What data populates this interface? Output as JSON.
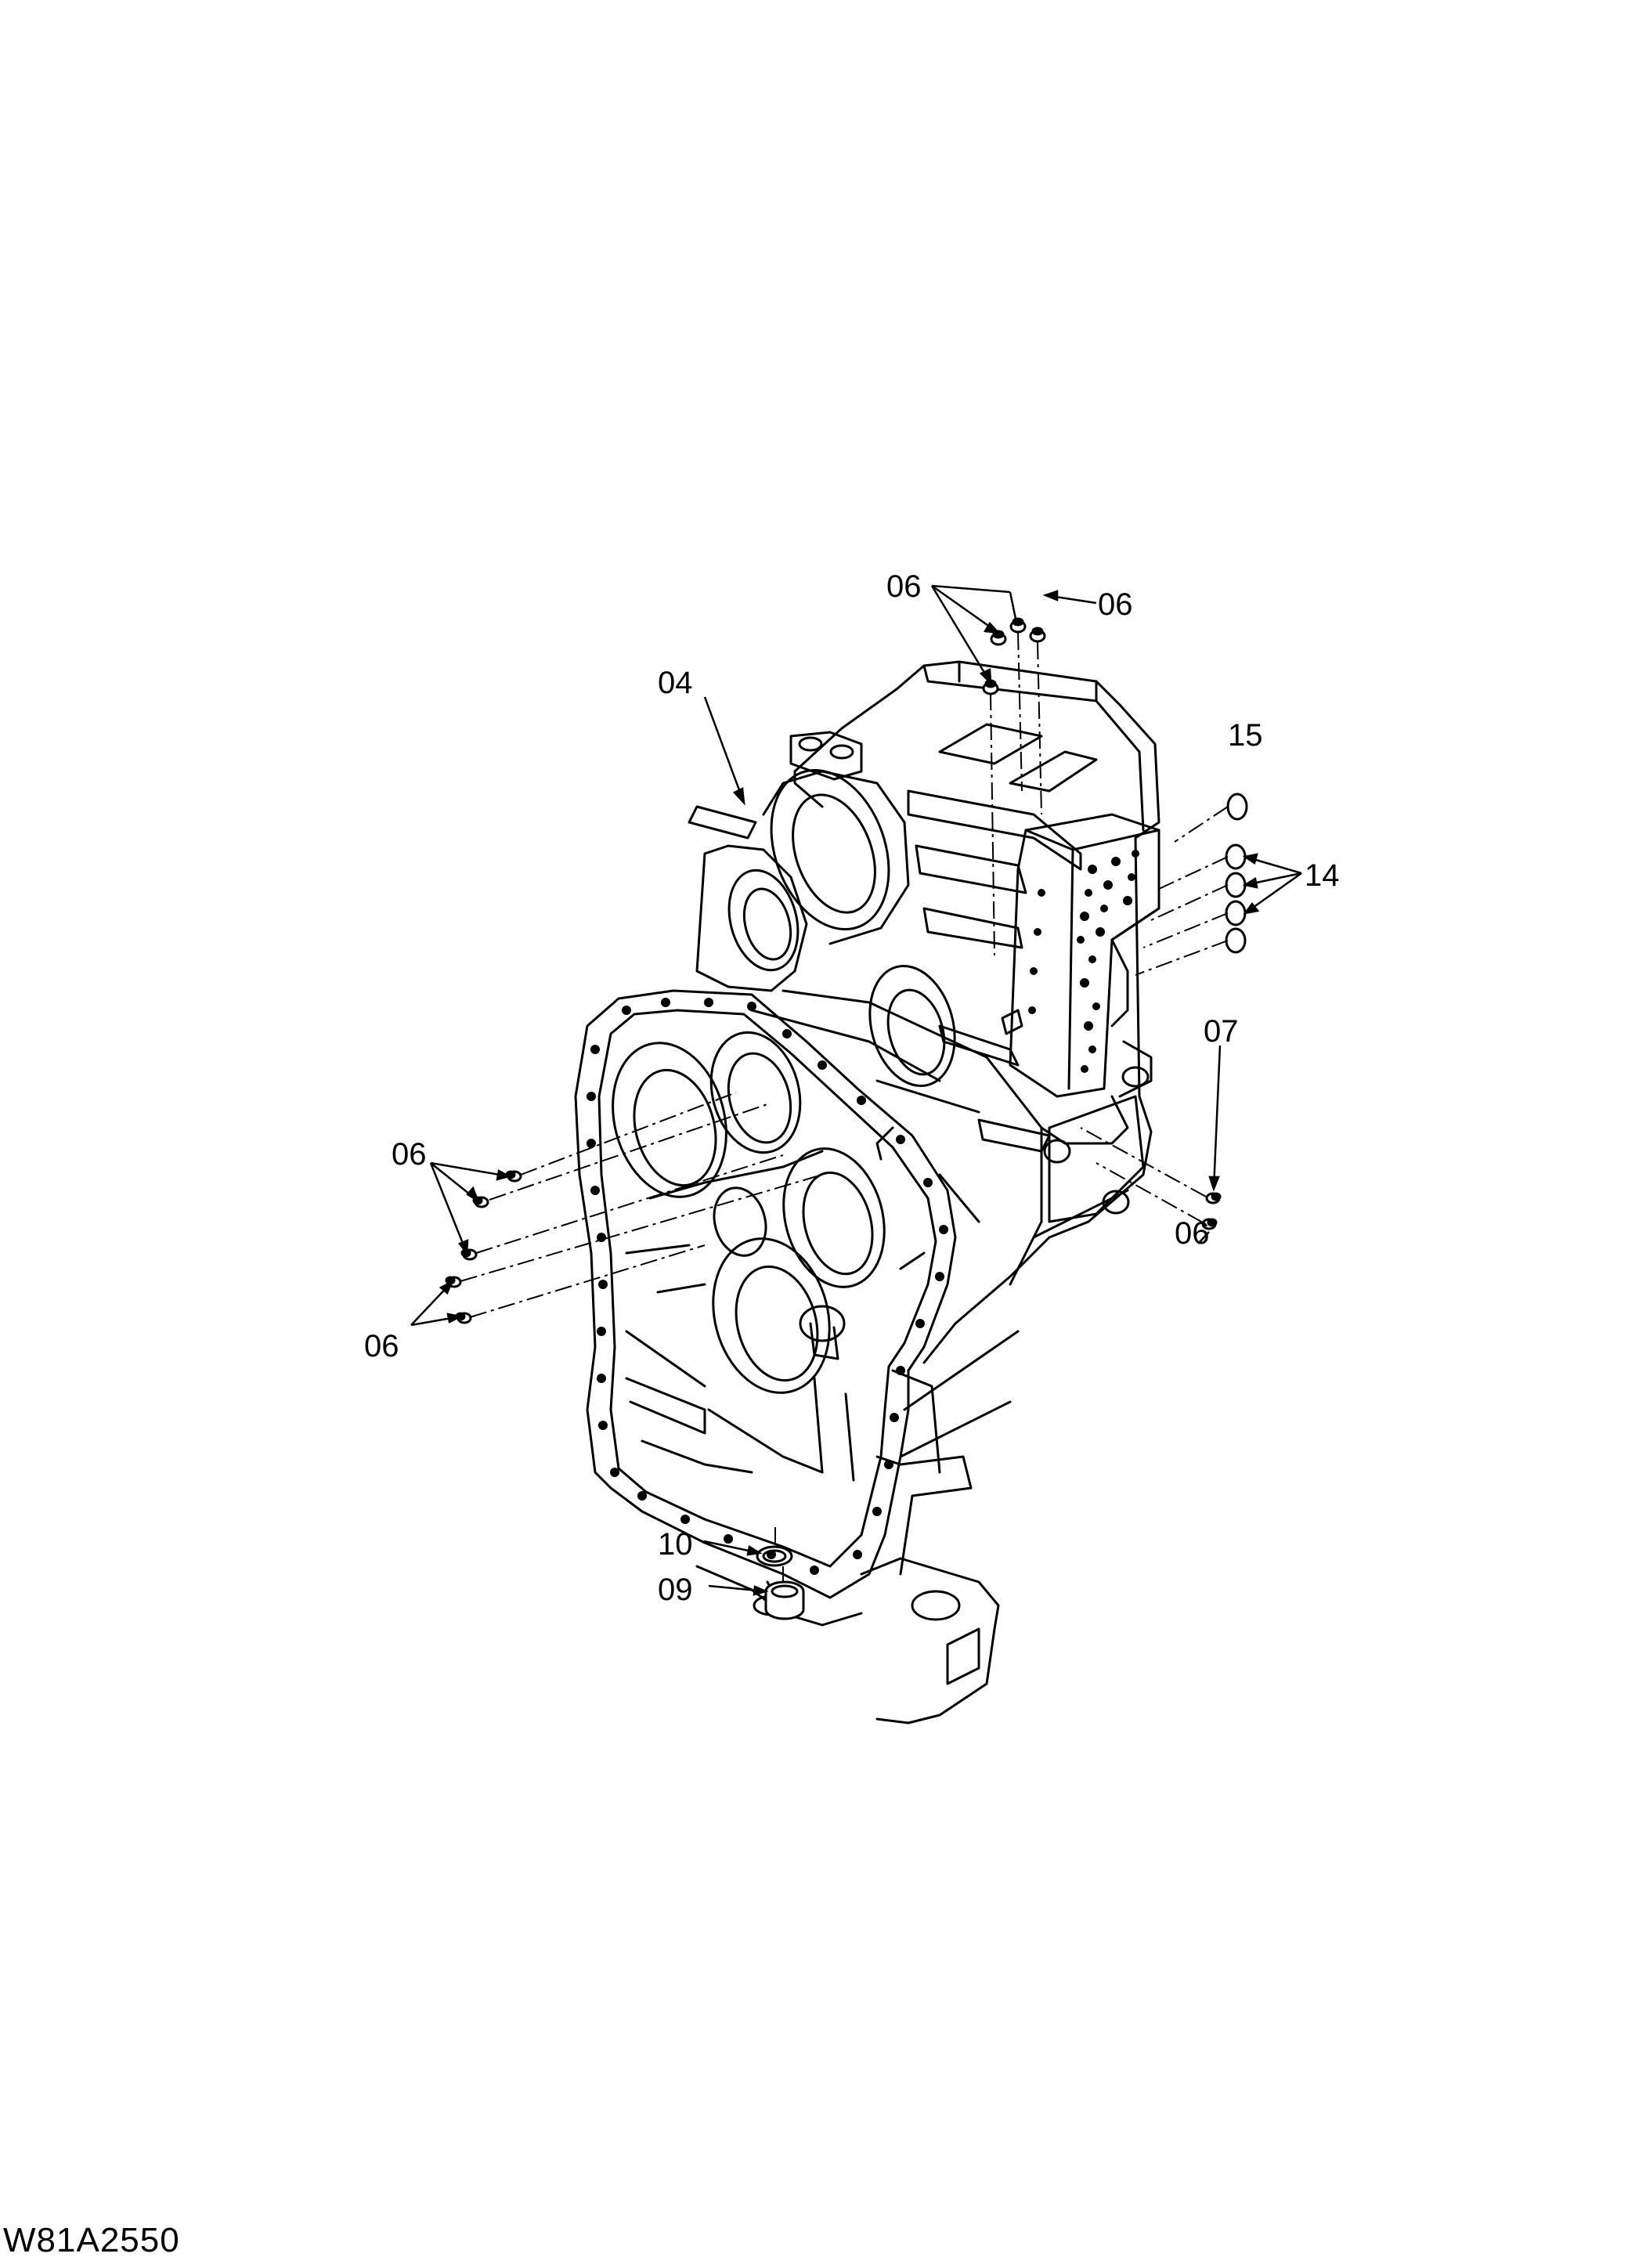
{
  "drawing_id": "W81A2550",
  "callouts": [
    {
      "id": "c-06-top-left",
      "text": "06"
    },
    {
      "id": "c-06-top-right",
      "text": "06"
    },
    {
      "id": "c-04",
      "text": "04"
    },
    {
      "id": "c-15",
      "text": "15"
    },
    {
      "id": "c-14",
      "text": "14"
    },
    {
      "id": "c-07",
      "text": "07"
    },
    {
      "id": "c-06-right",
      "text": "06"
    },
    {
      "id": "c-06-left-upper",
      "text": "06"
    },
    {
      "id": "c-06-left-lower",
      "text": "06"
    },
    {
      "id": "c-10",
      "text": "10"
    },
    {
      "id": "c-09",
      "text": "09"
    }
  ]
}
